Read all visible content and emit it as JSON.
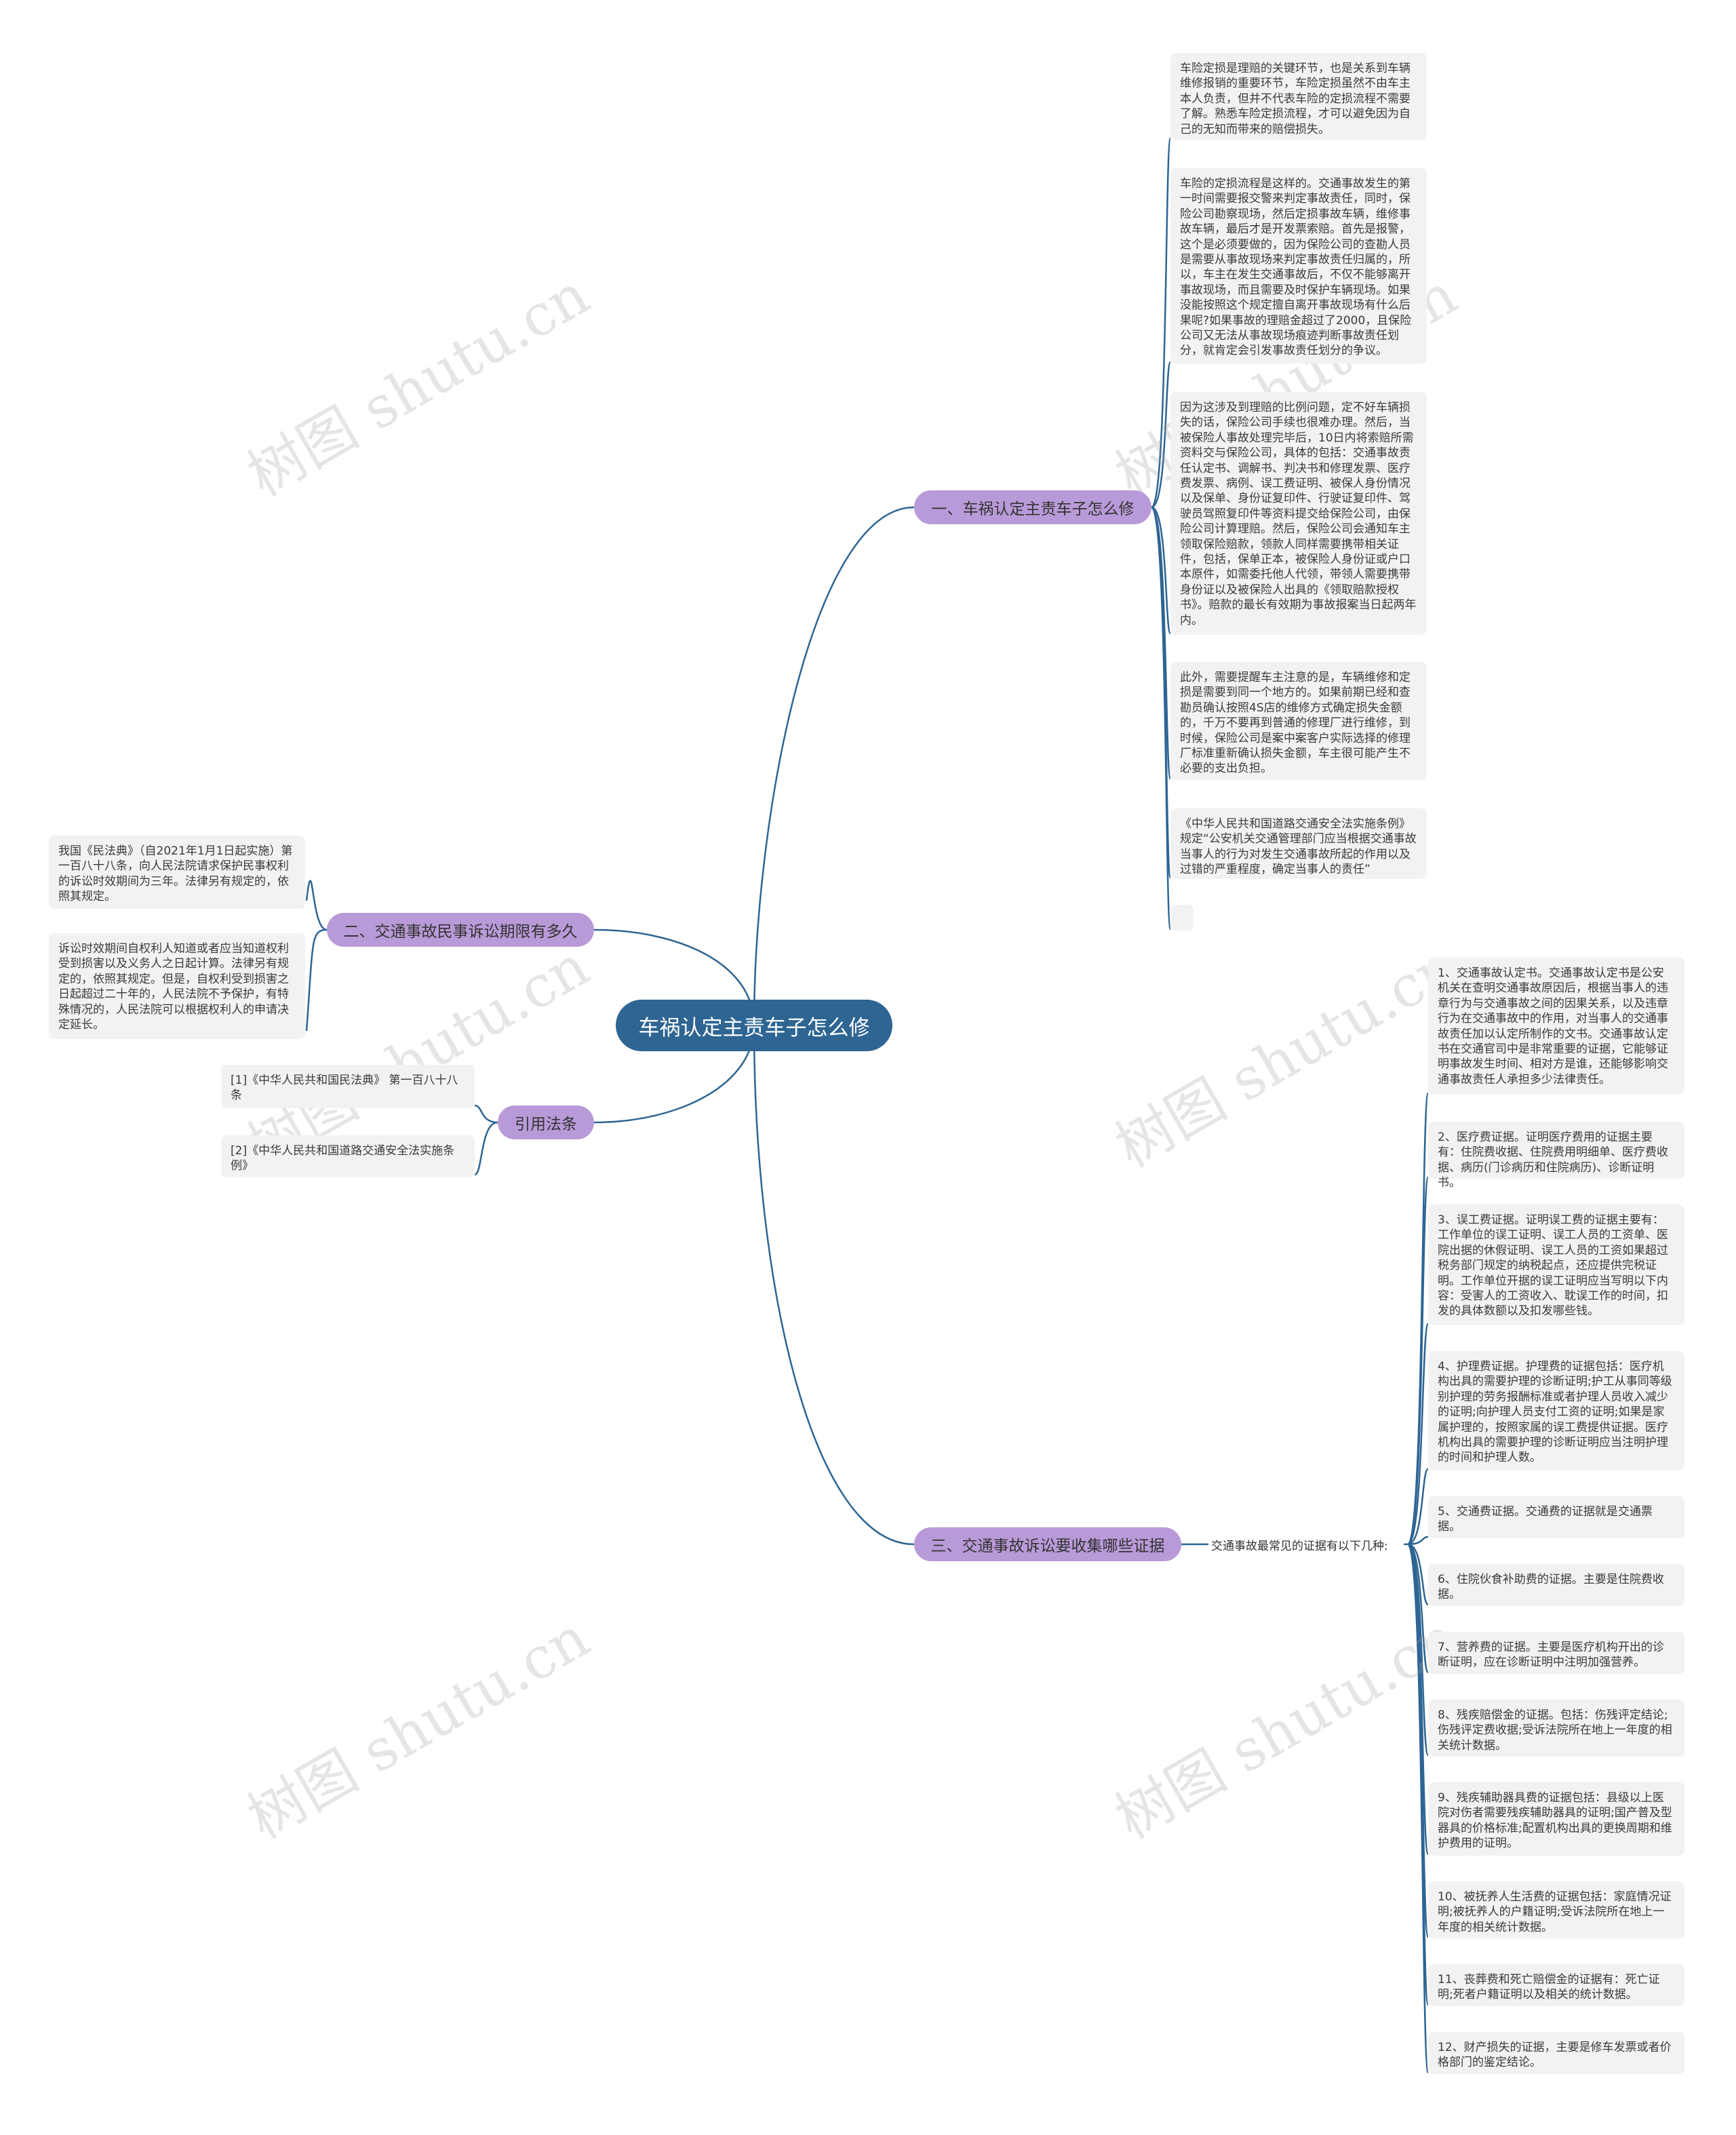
{
  "root": "车祸认定主责车子怎么修",
  "watermark": "树图 shutu.cn",
  "branches": {
    "b1": {
      "label": "一、车祸认定主责车子怎么修",
      "leaves": [
        "车险定损是理赔的关键环节，也是关系到车辆维修报销的重要环节，车险定损虽然不由车主本人负责，但并不代表车险的定损流程不需要了解。熟悉车险定损流程，才可以避免因为自己的无知而带来的赔偿损失。",
        "车险的定损流程是这样的。交通事故发生的第一时间需要报交警来判定事故责任，同时，保险公司勘察现场，然后定损事故车辆，维修事故车辆，最后才是开发票索赔。首先是报警，这个是必须要做的，因为保险公司的查勘人员是需要从事故现场来判定事故责任归属的，所以，车主在发生交通事故后，不仅不能够离开事故现场，而且需要及时保护车辆现场。如果没能按照这个规定擅自离开事故现场有什么后果呢?如果事故的理赔金超过了2000，且保险公司又无法从事故现场痕迹判断事故责任划分，就肯定会引发事故责任划分的争议。",
        "因为这涉及到理赔的比例问题，定不好车辆损失的话，保险公司手续也很难办理。然后，当被保险人事故处理完毕后，10日内将索赔所需资料交与保险公司，具体的包括：交通事故责任认定书、调解书、判决书和修理发票、医疗费发票、病例、误工费证明、被保人身份情况以及保单、身份证复印件、行驶证复印件、驾驶员驾照复印件等资料提交给保险公司，由保险公司计算理赔。然后，保险公司会通知车主领取保险赔款，领款人同样需要携带相关证件，包括，保单正本，被保险人身份证或户口本原件，如需委托他人代领，带领人需要携带身份证以及被保险人出具的《领取赔款授权书》。赔款的最长有效期为事故报案当日起两年内。",
        "此外，需要提醒车主注意的是，车辆维修和定损是需要到同一个地方的。如果前期已经和查勘员确认按照4S店的维修方式确定损失金额的，千万不要再到普通的修理厂进行维修，到时候，保险公司是案中案客户实际选择的修理厂标准重新确认损失金额，车主很可能产生不必要的支出负担。",
        "《中华人民共和国道路交通安全法实施条例》规定“公安机关交通管理部门应当根据交通事故当事人的行为对发生交通事故所起的作用以及过错的严重程度，确定当事人的责任”",
        ""
      ]
    },
    "b2": {
      "label": "二、交通事故民事诉讼期限有多久",
      "leaves": [
        "我国《民法典》（自2021年1月1日起实施）第一百八十八条，向人民法院请求保护民事权利的诉讼时效期间为三年。法律另有规定的，依照其规定。",
        "诉讼时效期间自权利人知道或者应当知道权利受到损害以及义务人之日起计算。法律另有规定的，依照其规定。但是，自权利受到损害之日起超过二十年的，人民法院不予保护，有特殊情况的，人民法院可以根据权利人的申请决定延长。"
      ]
    },
    "b3": {
      "label": "引用法条",
      "leaves": [
        "[1]《中华人民共和国民法典》 第一百八十八条",
        "[2]《中华人民共和国道路交通安全法实施条例》"
      ]
    },
    "b4": {
      "label": "三、交通事故诉讼要收集哪些证据",
      "sublabel": "交通事故最常见的证据有以下几种:",
      "leaves": [
        "1、交通事故认定书。交通事故认定书是公安机关在查明交通事故原因后，根据当事人的违章行为与交通事故之间的因果关系，以及违章行为在交通事故中的作用，对当事人的交通事故责任加以认定所制作的文书。交通事故认定书在交通官司中是非常重要的证据，它能够证明事故发生时间、相对方是谁，还能够影响交通事故责任人承担多少法律责任。",
        "2、医疗费证据。证明医疗费用的证据主要有：住院费收据、住院费用明细单、医疗费收据、病历(门诊病历和住院病历)、诊断证明书。",
        "3、误工费证据。证明误工费的证据主要有：工作单位的误工证明、误工人员的工资单、医院出据的休假证明、误工人员的工资如果超过税务部门规定的纳税起点，还应提供完税证明。工作单位开据的误工证明应当写明以下内容：受害人的工资收入、耽误工作的时间，扣发的具体数额以及扣发哪些钱。",
        "4、护理费证据。护理费的证据包括：医疗机构出具的需要护理的诊断证明;护工从事同等级别护理的劳务报酬标准或者护理人员收入减少的证明;向护理人员支付工资的证明;如果是家属护理的，按照家属的误工费提供证据。医疗机构出具的需要护理的诊断证明应当注明护理的时间和护理人数。",
        "5、交通费证据。交通费的证据就是交通票据。",
        "6、住院伙食补助费的证据。主要是住院费收据。",
        "7、营养费的证据。主要是医疗机构开出的诊断证明，应在诊断证明中注明加强营养。",
        "8、残疾赔偿金的证据。包括：伤残评定结论;伤残评定费收据;受诉法院所在地上一年度的相关统计数据。",
        "9、残疾辅助器具费的证据包括：县级以上医院对伤者需要残疾辅助器具的证明;国产普及型器具的价格标准;配置机构出具的更换周期和维护费用的证明。",
        "10、被抚养人生活费的证据包括：家庭情况证明;被抚养人的户籍证明;受诉法院所在地上一年度的相关统计数据。",
        "11、丧葬费和死亡赔偿金的证据有：死亡证明;死者户籍证明以及相关的统计数据。",
        "12、财产损失的证据，主要是修车发票或者价格部门的鉴定结论。"
      ]
    }
  },
  "colors": {
    "root_bg": "#2e6593",
    "branch_bg": "#b99ad8",
    "leaf_bg": "#f2f2f2",
    "line": "#2e6593"
  }
}
